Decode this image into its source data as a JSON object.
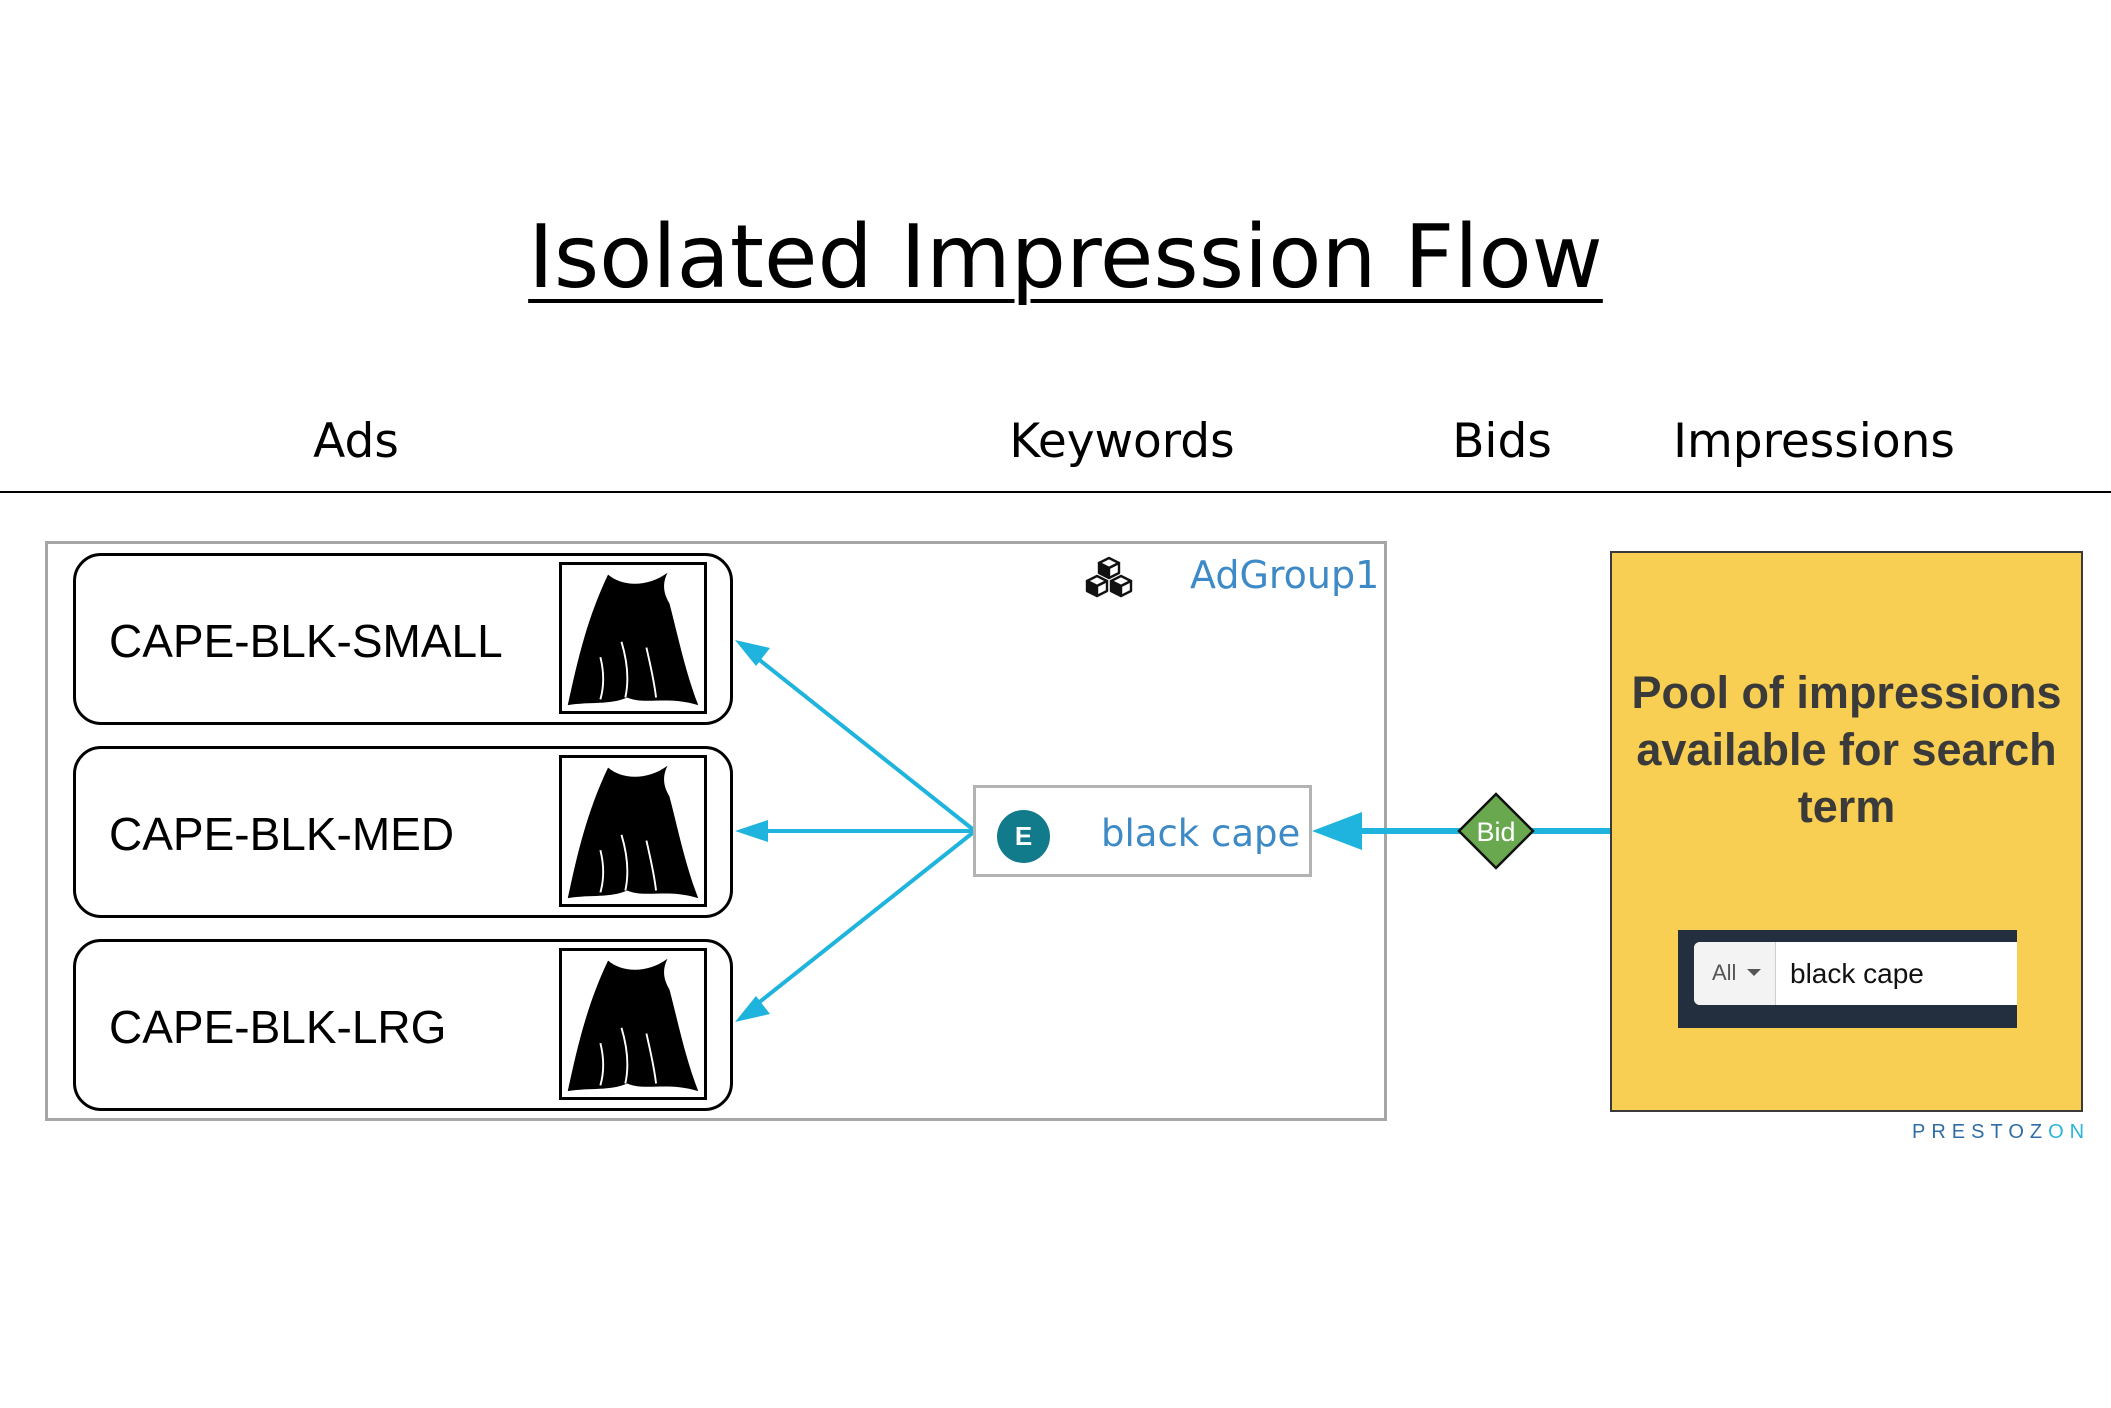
{
  "title": "Isolated Impression Flow",
  "columns": {
    "ads": "Ads",
    "keywords": "Keywords",
    "bids": "Bids",
    "impressions": "Impressions"
  },
  "ad_group": {
    "name": "AdGroup1",
    "icon": "cubes-icon",
    "ads": [
      {
        "sku": "CAPE-BLK-SMALL",
        "image": "black-cape-image"
      },
      {
        "sku": "CAPE-BLK-MED",
        "image": "black-cape-image"
      },
      {
        "sku": "CAPE-BLK-LRG",
        "image": "black-cape-image"
      }
    ]
  },
  "keyword": {
    "match_badge": "E",
    "text": "black cape"
  },
  "bid": {
    "label": "Bid",
    "color": "#6aa84f"
  },
  "impression_pool": {
    "text": "Pool of impressions available for search term",
    "background": "#f8cf52",
    "search": {
      "category": "All",
      "query": "black cape"
    }
  },
  "brand": {
    "main": "PRESTOZ",
    "accent": "ON"
  },
  "colors": {
    "arrow": "#1fb4dd",
    "link_text": "#3d8ac7"
  }
}
